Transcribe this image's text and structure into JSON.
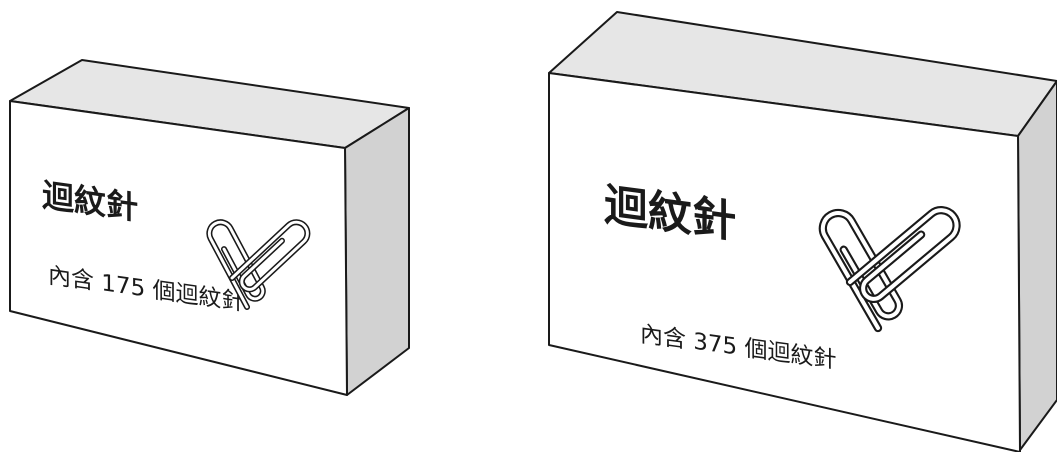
{
  "boxes": [
    {
      "title": "迴紋針",
      "caption": "內含 175 個迴紋針"
    },
    {
      "title": "迴紋針",
      "caption": "內含 375 個迴紋針"
    }
  ],
  "colors": {
    "outline": "#1a1a1a",
    "front_face": "#ffffff",
    "top_face": "#e6e6e6",
    "side_face": "#d2d2d2",
    "text": "#1a1a1a"
  }
}
